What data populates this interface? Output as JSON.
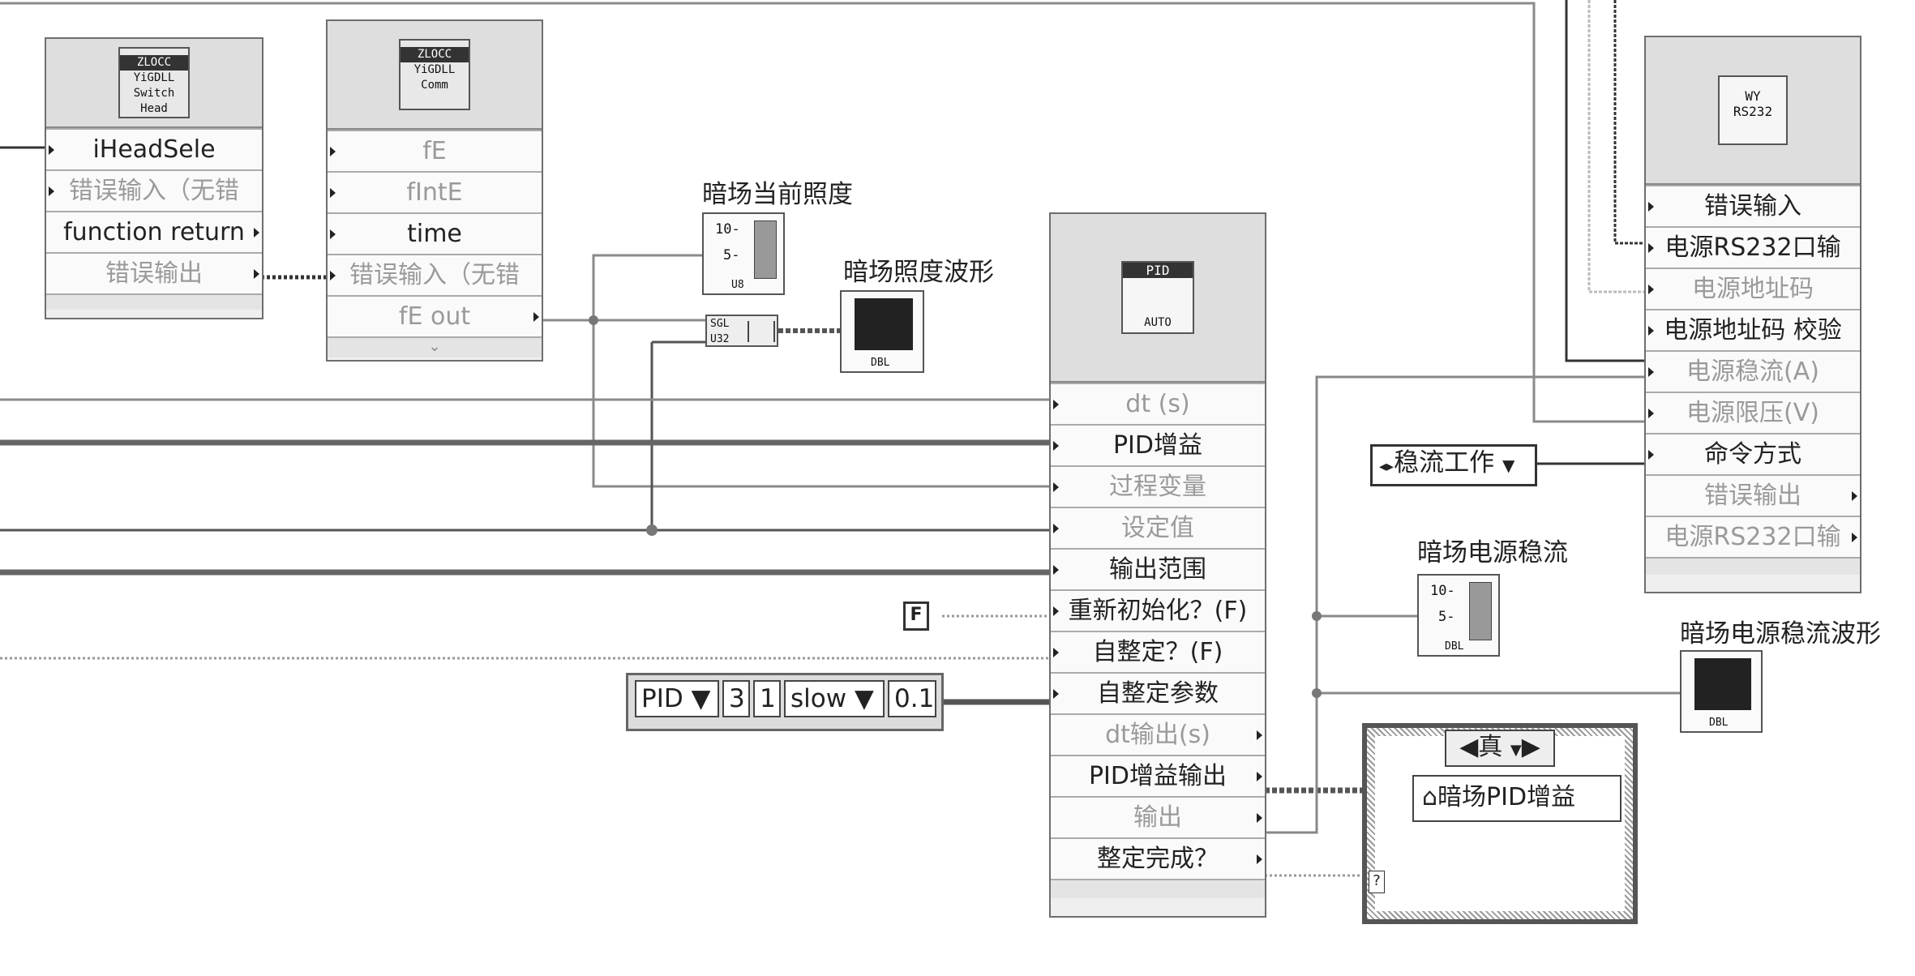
{
  "nodes": {
    "switch_head": {
      "icon_text": [
        "ZLOCC",
        "YiGDLL",
        "Switch",
        "Head"
      ],
      "terminals": [
        "iHeadSele",
        "错误输入（无错",
        "function return",
        "错误输出"
      ]
    },
    "comm": {
      "icon_text": [
        "ZLOCC",
        "YiGDLL",
        "Comm"
      ],
      "terminals": [
        "fE",
        "fIntE",
        "time",
        "错误输入（无错",
        "fE out"
      ]
    },
    "pid": {
      "icon_top": "PID",
      "icon_bottom": "AUTO",
      "terminals": [
        "dt (s)",
        "PID增益",
        "过程变量",
        "设定值",
        "输出范围",
        "重新初始化？(F)",
        "自整定？(F)",
        "自整定参数",
        "dt输出(s)",
        "PID增益输出",
        "输出",
        "整定完成？"
      ]
    },
    "wy_rs232": {
      "icon_text": [
        "WY",
        "RS232"
      ],
      "terminals": [
        "错误输入",
        "电源RS232口输",
        "电源地址码",
        "电源地址码 校验",
        "电源稳流(A)",
        "电源限压(V)",
        "命令方式",
        "错误输出",
        "电源RS232口输"
      ]
    }
  },
  "indicators": {
    "illuminance": {
      "label": "暗场当前照度",
      "scale_top": "10-",
      "scale_mid": "5-",
      "type": "U8"
    },
    "illuminance_wave": {
      "label": "暗场照度波形",
      "type": "DBL"
    },
    "current": {
      "label": "暗场电源稳流",
      "scale_top": "10-",
      "scale_mid": "5-",
      "type": "DBL"
    },
    "current_wave": {
      "label": "暗场电源稳流波形",
      "type": "DBL"
    }
  },
  "convert": {
    "top": "SGL",
    "bottom": "U32"
  },
  "constants": {
    "false_const": "F",
    "mode_enum": "稳流工作",
    "autotune_cluster": {
      "mode": "PID",
      "n1": "3",
      "n2": "1",
      "speed": "slow",
      "value": "0.1"
    }
  },
  "case_structure": {
    "selector": "真",
    "local_variable": "暗场PID增益",
    "tunnel": "?"
  },
  "colors": {
    "wire_orange": "#999999",
    "wire_dark": "#555555",
    "node_border": "#6e6e6e"
  }
}
